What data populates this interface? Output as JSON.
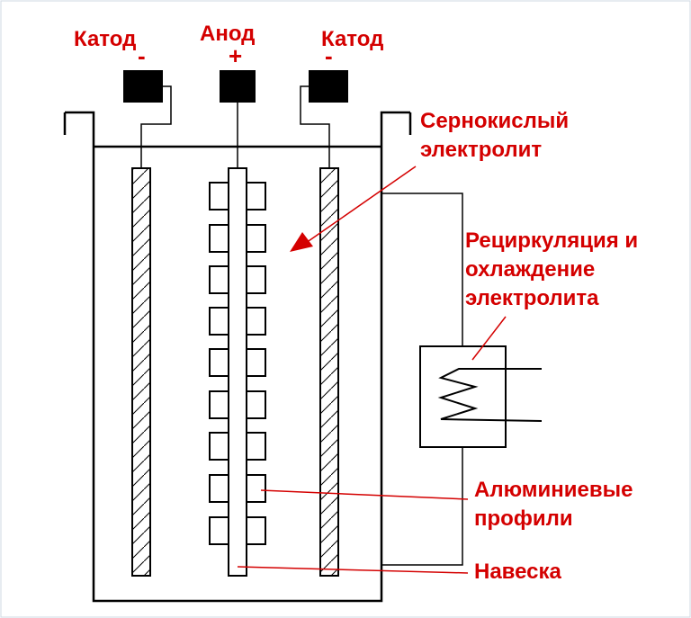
{
  "labels": {
    "cathode_left": "Катод",
    "cathode_right": "Катод",
    "anode": "Анод",
    "minus_left": "-",
    "minus_right": "-",
    "plus": "+",
    "electrolyte_line1": "Сернокислый",
    "electrolyte_line2": "электролит",
    "recirc_line1": "Рециркуляция и",
    "recirc_line2": "охлаждение",
    "recirc_line3": "электролита",
    "profiles_line1": "Алюминиевые",
    "profiles_line2": "профили",
    "hanger": "Навеска"
  },
  "colors": {
    "label": "#d40000",
    "line": "#000000",
    "background": "#ffffff",
    "pointer": "#d40000"
  }
}
